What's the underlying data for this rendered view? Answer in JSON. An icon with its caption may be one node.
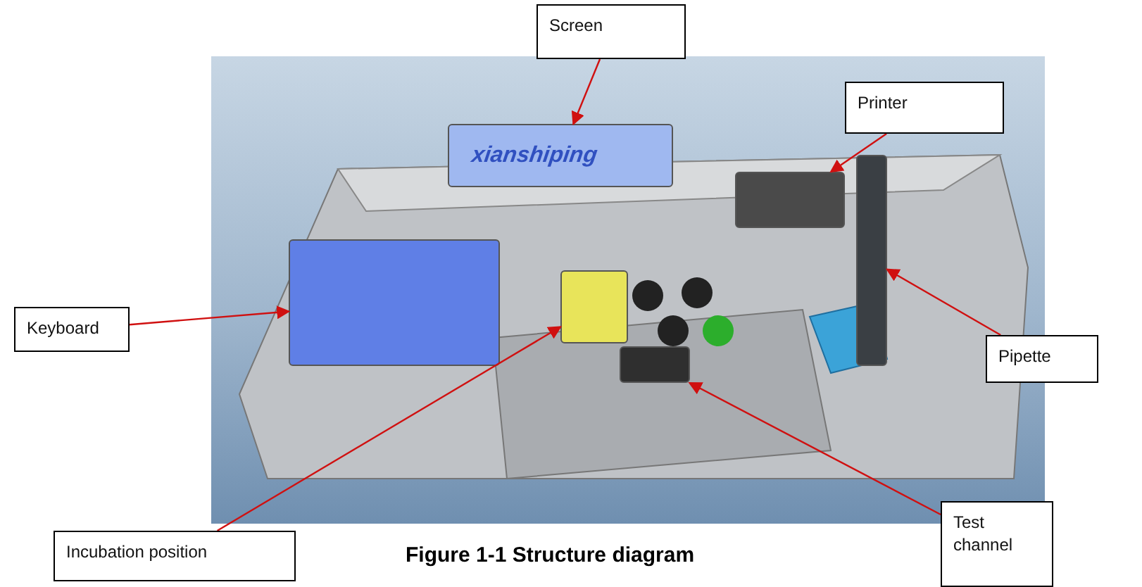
{
  "diagram": {
    "caption": "Figure 1-1 Structure diagram",
    "nodes": [
      {
        "text": [
          "Screen"
        ]
      },
      {
        "text": [
          "Printer"
        ]
      },
      {
        "text": [
          "Keyboard"
        ]
      },
      {
        "text": [
          "Pipette"
        ]
      },
      {
        "text": [
          "Test channel"
        ]
      },
      {
        "text": [
          "Incubation position"
        ]
      },
      {
        "text": [],
        "shape": "box"
      },
      {
        "text": [],
        "shape": "box"
      },
      {
        "text": [],
        "shape": "box"
      },
      {
        "text": [],
        "shape": "box"
      },
      {
        "text": [],
        "shape": "box"
      },
      {
        "text": [],
        "shape": "box"
      }
    ],
    "edges": [
      {
        "from": 0,
        "to": 6,
        "arrow": "to"
      },
      {
        "from": 1,
        "to": 7,
        "arrow": "to"
      },
      {
        "from": 2,
        "to": 8,
        "arrow": "to"
      },
      {
        "from": 3,
        "to": 9,
        "arrow": "to"
      },
      {
        "from": 4,
        "to": 10,
        "arrow": "to"
      },
      {
        "from": 5,
        "to": 11,
        "arrow": "to"
      }
    ],
    "labels": [
      "xianshiping"
    ]
  }
}
